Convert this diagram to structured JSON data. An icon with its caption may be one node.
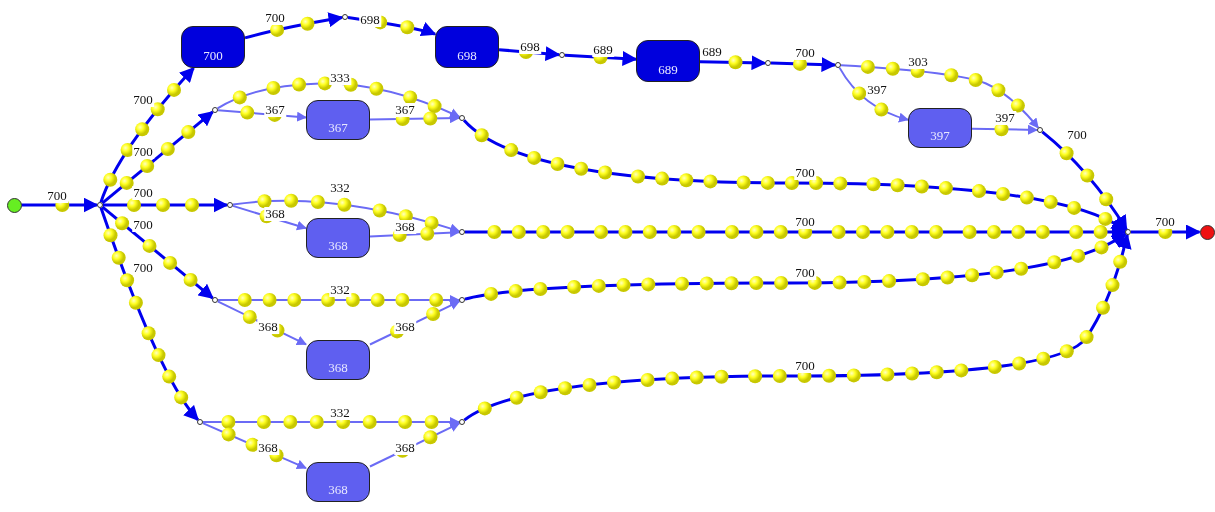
{
  "diagram": {
    "nodes": [
      {
        "text": [],
        "shape": "circle"
      },
      {
        "text": [],
        "shape": "circle"
      },
      {
        "text": [
          "700"
        ]
      },
      {
        "text": [],
        "shape": "circle"
      },
      {
        "text": [
          "698"
        ]
      },
      {
        "text": [],
        "shape": "circle"
      },
      {
        "text": [
          "689"
        ]
      },
      {
        "text": [],
        "shape": "circle"
      },
      {
        "text": [],
        "shape": "circle"
      },
      {
        "text": [
          "397"
        ]
      },
      {
        "text": [],
        "shape": "circle"
      },
      {
        "text": [],
        "shape": "circle"
      },
      {
        "text": [
          "367"
        ]
      },
      {
        "text": [],
        "shape": "circle"
      },
      {
        "text": [],
        "shape": "circle"
      },
      {
        "text": [
          "368"
        ]
      },
      {
        "text": [],
        "shape": "circle"
      },
      {
        "text": [],
        "shape": "circle"
      },
      {
        "text": [
          "368"
        ]
      },
      {
        "text": [],
        "shape": "circle"
      },
      {
        "text": [],
        "shape": "circle"
      },
      {
        "text": [
          "368"
        ]
      },
      {
        "text": [],
        "shape": "circle"
      },
      {
        "text": [],
        "shape": "circle"
      },
      {
        "text": [],
        "shape": "circle"
      }
    ],
    "edges": [
      {
        "from": 0,
        "to": 1,
        "arrow": "to",
        "label": "700"
      },
      {
        "from": 1,
        "to": 2,
        "arrow": "to",
        "label": "700"
      },
      {
        "from": 2,
        "to": 3,
        "arrow": "to",
        "label": "700"
      },
      {
        "from": 3,
        "to": 4,
        "arrow": "to",
        "label": "698"
      },
      {
        "from": 4,
        "to": 5,
        "arrow": "to",
        "label": "698"
      },
      {
        "from": 5,
        "to": 6,
        "arrow": "to",
        "label": "689"
      },
      {
        "from": 6,
        "to": 7,
        "arrow": "to",
        "label": "689"
      },
      {
        "from": 7,
        "to": 8,
        "arrow": "to",
        "label": "700"
      },
      {
        "from": 8,
        "to": 10,
        "arrow": "to",
        "label": "303",
        "color": "#6b6bf5"
      },
      {
        "from": 8,
        "to": 9,
        "arrow": "to",
        "label": "397",
        "color": "#6b6bf5"
      },
      {
        "from": 9,
        "to": 10,
        "arrow": "to",
        "label": "397",
        "color": "#6b6bf5"
      },
      {
        "from": 10,
        "to": 23,
        "arrow": "to",
        "label": "700"
      },
      {
        "from": 1,
        "to": 11,
        "arrow": "to",
        "label": "700"
      },
      {
        "from": 11,
        "to": 13,
        "arrow": "to",
        "label": "333",
        "color": "#6b6bf5"
      },
      {
        "from": 11,
        "to": 12,
        "arrow": "to",
        "label": "367",
        "color": "#6b6bf5"
      },
      {
        "from": 12,
        "to": 13,
        "arrow": "to",
        "label": "367",
        "color": "#6b6bf5"
      },
      {
        "from": 13,
        "to": 23,
        "arrow": "to",
        "label": "700"
      },
      {
        "from": 1,
        "to": 14,
        "arrow": "to",
        "label": "700"
      },
      {
        "from": 14,
        "to": 16,
        "arrow": "to",
        "label": "332",
        "color": "#6b6bf5"
      },
      {
        "from": 14,
        "to": 15,
        "arrow": "to",
        "label": "368",
        "color": "#6b6bf5"
      },
      {
        "from": 15,
        "to": 16,
        "arrow": "to",
        "label": "368",
        "color": "#6b6bf5"
      },
      {
        "from": 16,
        "to": 23,
        "arrow": "to",
        "label": "700"
      },
      {
        "from": 1,
        "to": 17,
        "arrow": "to",
        "label": "700"
      },
      {
        "from": 17,
        "to": 19,
        "arrow": "to",
        "label": "332",
        "color": "#6b6bf5"
      },
      {
        "from": 17,
        "to": 18,
        "arrow": "to",
        "label": "368",
        "color": "#6b6bf5"
      },
      {
        "from": 18,
        "to": 19,
        "arrow": "to",
        "label": "368",
        "color": "#6b6bf5"
      },
      {
        "from": 19,
        "to": 23,
        "arrow": "to",
        "label": "700"
      },
      {
        "from": 1,
        "to": 20,
        "arrow": "to",
        "label": "700"
      },
      {
        "from": 20,
        "to": 22,
        "arrow": "to",
        "label": "332",
        "color": "#6b6bf5"
      },
      {
        "from": 20,
        "to": 21,
        "arrow": "to",
        "label": "368",
        "color": "#6b6bf5"
      },
      {
        "from": 21,
        "to": 22,
        "arrow": "to",
        "label": "368",
        "color": "#6b6bf5"
      },
      {
        "from": 22,
        "to": 23,
        "arrow": "to",
        "label": "700"
      },
      {
        "from": 23,
        "to": 24,
        "arrow": "to",
        "label": "700"
      }
    ]
  }
}
